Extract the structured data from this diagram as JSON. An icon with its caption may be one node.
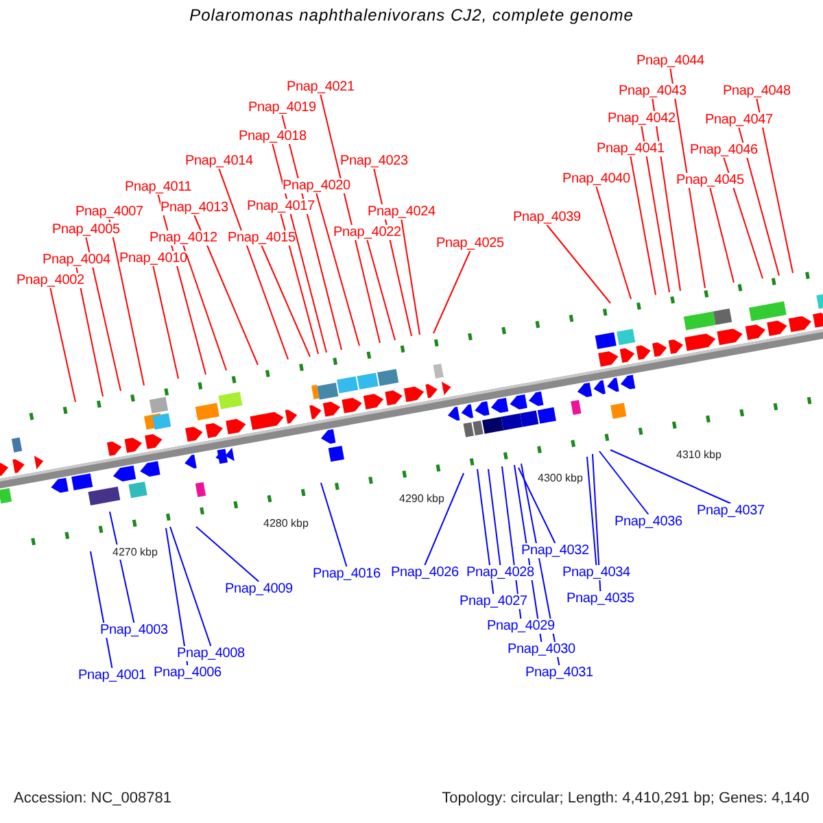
{
  "diagram": {
    "title": "Polaromonas naphthalenivorans CJ2, complete genome",
    "nodes": [
      {
        "text": [
          "Pnap_4002"
        ]
      },
      {
        "text": [
          "Pnap_4004"
        ]
      },
      {
        "text": [
          "Pnap_4005"
        ]
      },
      {
        "text": [
          "Pnap_4007"
        ]
      },
      {
        "text": [
          "Pnap_4010"
        ]
      },
      {
        "text": [
          "Pnap_4011"
        ]
      },
      {
        "text": [
          "Pnap_4012"
        ]
      },
      {
        "text": [
          "Pnap_4013"
        ]
      },
      {
        "text": [
          "Pnap_4014"
        ]
      },
      {
        "text": [
          "Pnap_4015"
        ]
      },
      {
        "text": [
          "Pnap_4017"
        ]
      },
      {
        "text": [
          "Pnap_4018"
        ]
      },
      {
        "text": [
          "Pnap_4019"
        ]
      },
      {
        "text": [
          "Pnap_4020"
        ]
      },
      {
        "text": [
          "Pnap_4021"
        ]
      },
      {
        "text": [
          "Pnap_4022"
        ]
      },
      {
        "text": [
          "Pnap_4023"
        ]
      },
      {
        "text": [
          "Pnap_4024"
        ]
      },
      {
        "text": [
          "Pnap_4025"
        ]
      },
      {
        "text": [
          "Pnap_4039"
        ]
      },
      {
        "text": [
          "Pnap_4040"
        ]
      },
      {
        "text": [
          "Pnap_4041"
        ]
      },
      {
        "text": [
          "Pnap_4042"
        ]
      },
      {
        "text": [
          "Pnap_4043"
        ]
      },
      {
        "text": [
          "Pnap_4044"
        ]
      },
      {
        "text": [
          "Pnap_4045"
        ]
      },
      {
        "text": [
          "Pnap_4046"
        ]
      },
      {
        "text": [
          "Pnap_4047"
        ]
      },
      {
        "text": [
          "Pnap_4048"
        ]
      },
      {
        "text": [
          "Pnap_4001"
        ]
      },
      {
        "text": [
          "Pnap_4003"
        ]
      },
      {
        "text": [
          "Pnap_4006"
        ]
      },
      {
        "text": [
          "Pnap_4008"
        ]
      },
      {
        "text": [
          "Pnap_4009"
        ]
      },
      {
        "text": [
          "Pnap_4016"
        ]
      },
      {
        "text": [
          "Pnap_4026"
        ]
      },
      {
        "text": [
          "Pnap_4027"
        ]
      },
      {
        "text": [
          "Pnap_4028"
        ]
      },
      {
        "text": [
          "Pnap_4029"
        ]
      },
      {
        "text": [
          "Pnap_4030"
        ]
      },
      {
        "text": [
          "Pnap_4031"
        ]
      },
      {
        "text": [
          "Pnap_4032"
        ]
      },
      {
        "text": [
          "Pnap_4034"
        ]
      },
      {
        "text": [
          "Pnap_4035"
        ]
      },
      {
        "text": [
          "Pnap_4036"
        ]
      },
      {
        "text": [
          "Pnap_4037"
        ]
      }
    ],
    "edges": [
      {
        "from": 0,
        "to": null,
        "arrow": "none"
      },
      {
        "from": 1,
        "to": null,
        "arrow": "none"
      },
      {
        "from": 2,
        "to": null,
        "arrow": "none"
      },
      {
        "from": 3,
        "to": null,
        "arrow": "none"
      },
      {
        "from": 4,
        "to": null,
        "arrow": "none"
      },
      {
        "from": 5,
        "to": null,
        "arrow": "none"
      },
      {
        "from": 6,
        "to": null,
        "arrow": "none"
      },
      {
        "from": 7,
        "to": null,
        "arrow": "none"
      },
      {
        "from": 8,
        "to": null,
        "arrow": "none"
      },
      {
        "from": 9,
        "to": null,
        "arrow": "none"
      },
      {
        "from": 10,
        "to": null,
        "arrow": "none"
      },
      {
        "from": 11,
        "to": null,
        "arrow": "none"
      },
      {
        "from": 12,
        "to": null,
        "arrow": "none"
      },
      {
        "from": 13,
        "to": null,
        "arrow": "none"
      },
      {
        "from": 14,
        "to": null,
        "arrow": "none"
      },
      {
        "from": 15,
        "to": null,
        "arrow": "none"
      },
      {
        "from": 16,
        "to": null,
        "arrow": "none"
      },
      {
        "from": 17,
        "to": null,
        "arrow": "none"
      },
      {
        "from": 18,
        "to": null,
        "arrow": "none"
      },
      {
        "from": 19,
        "to": null,
        "arrow": "none"
      },
      {
        "from": 20,
        "to": null,
        "arrow": "none"
      },
      {
        "from": 21,
        "to": null,
        "arrow": "none"
      },
      {
        "from": 22,
        "to": null,
        "arrow": "none"
      },
      {
        "from": 23,
        "to": null,
        "arrow": "none"
      },
      {
        "from": 24,
        "to": null,
        "arrow": "none"
      },
      {
        "from": 25,
        "to": null,
        "arrow": "none"
      },
      {
        "from": 26,
        "to": null,
        "arrow": "none"
      },
      {
        "from": 27,
        "to": null,
        "arrow": "none"
      },
      {
        "from": 28,
        "to": null,
        "arrow": "none"
      },
      {
        "from": 29,
        "to": null,
        "arrow": "none",
        "color": "#0000ff"
      },
      {
        "from": 30,
        "to": null,
        "arrow": "none",
        "color": "#0000ff"
      },
      {
        "from": 31,
        "to": null,
        "arrow": "none",
        "color": "#0000ff"
      },
      {
        "from": 32,
        "to": null,
        "arrow": "none",
        "color": "#0000ff"
      },
      {
        "from": 33,
        "to": null,
        "arrow": "none",
        "color": "#0000ff"
      },
      {
        "from": 34,
        "to": null,
        "arrow": "none",
        "color": "#0000ff"
      },
      {
        "from": 35,
        "to": null,
        "arrow": "none",
        "color": "#0000ff"
      },
      {
        "from": 36,
        "to": null,
        "arrow": "none",
        "color": "#0000ff"
      },
      {
        "from": 37,
        "to": null,
        "arrow": "none",
        "color": "#0000ff"
      },
      {
        "from": 38,
        "to": null,
        "arrow": "none",
        "color": "#0000ff"
      },
      {
        "from": 39,
        "to": null,
        "arrow": "none",
        "color": "#0000ff"
      },
      {
        "from": 40,
        "to": null,
        "arrow": "none",
        "color": "#0000ff"
      },
      {
        "from": 41,
        "to": null,
        "arrow": "none",
        "color": "#0000ff"
      },
      {
        "from": 42,
        "to": null,
        "arrow": "none",
        "color": "#0000ff"
      },
      {
        "from": 43,
        "to": null,
        "arrow": "none",
        "color": "#0000ff"
      },
      {
        "from": 44,
        "to": null,
        "arrow": "none",
        "color": "#0000ff"
      },
      {
        "from": 45,
        "to": null,
        "arrow": "none",
        "color": "#0000ff"
      }
    ],
    "labels": [
      "4270 kbp",
      "4280 kbp",
      "4290 kbp",
      "4300 kbp",
      "4310 kbp",
      "Accession: NC_008781",
      "Topology: circular; Length: 4,410,291 bp; Genes: 4,140"
    ]
  }
}
